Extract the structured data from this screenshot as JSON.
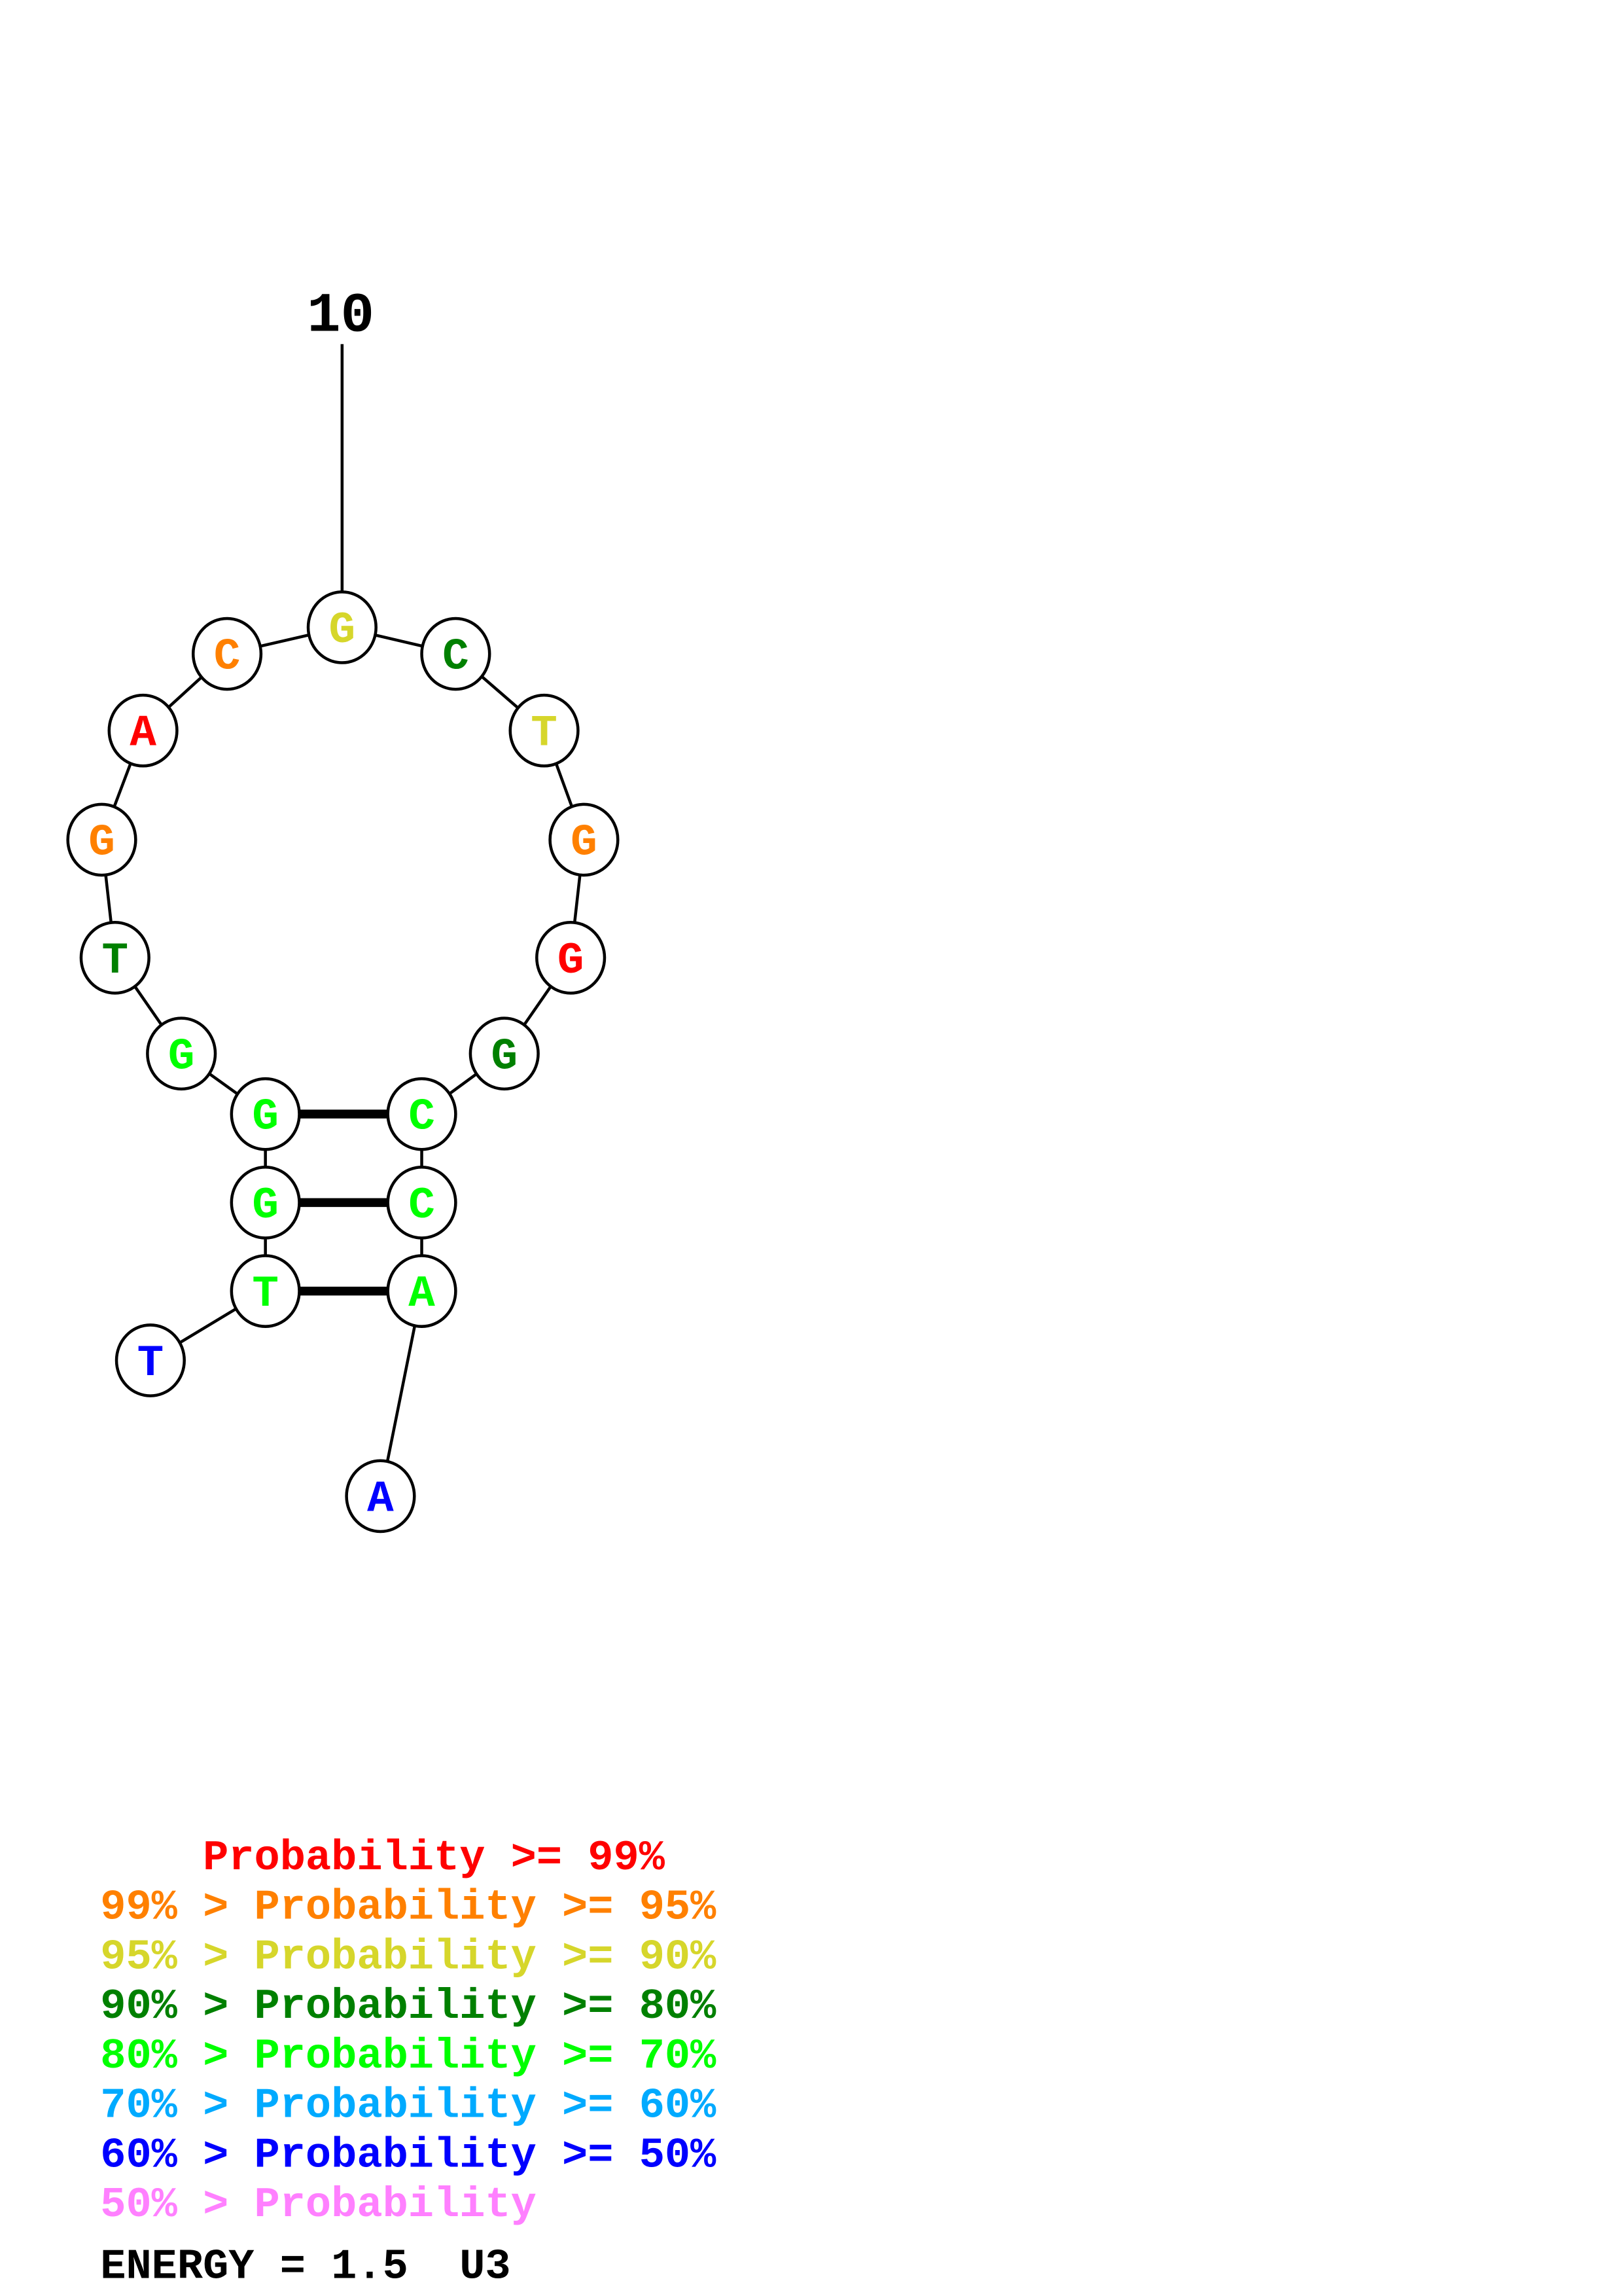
{
  "structure": {
    "position_label": "10",
    "nucleotides": [
      {
        "base": "T",
        "color": "#0000ff"
      },
      {
        "base": "T",
        "color": "#00ff00"
      },
      {
        "base": "G",
        "color": "#00ff00"
      },
      {
        "base": "G",
        "color": "#00ff00"
      },
      {
        "base": "G",
        "color": "#00ff00"
      },
      {
        "base": "T",
        "color": "#008000"
      },
      {
        "base": "G",
        "color": "#ff8000"
      },
      {
        "base": "A",
        "color": "#ff0000"
      },
      {
        "base": "C",
        "color": "#ff8000"
      },
      {
        "base": "G",
        "color": "#d6d62b"
      },
      {
        "base": "C",
        "color": "#008000"
      },
      {
        "base": "T",
        "color": "#d6d62b"
      },
      {
        "base": "G",
        "color": "#ff8000"
      },
      {
        "base": "G",
        "color": "#ff0000"
      },
      {
        "base": "G",
        "color": "#008000"
      },
      {
        "base": "C",
        "color": "#00ff00"
      },
      {
        "base": "C",
        "color": "#00ff00"
      },
      {
        "base": "A",
        "color": "#00ff00"
      },
      {
        "base": "A",
        "color": "#0000ff"
      }
    ],
    "pairs": [
      [
        4,
        16
      ],
      [
        3,
        17
      ],
      [
        2,
        18
      ]
    ]
  },
  "legend": {
    "rows": [
      {
        "text": "    Probability >= 99%",
        "color": "#ff0000"
      },
      {
        "text": "99% > Probability >= 95%",
        "color": "#ff8000"
      },
      {
        "text": "95% > Probability >= 90%",
        "color": "#d6d62b"
      },
      {
        "text": "90% > Probability >= 80%",
        "color": "#008000"
      },
      {
        "text": "80% > Probability >= 70%",
        "color": "#00ff00"
      },
      {
        "text": "70% > Probability >= 60%",
        "color": "#00aaff"
      },
      {
        "text": "60% > Probability >= 50%",
        "color": "#0000ff"
      },
      {
        "text": "50% > Probability",
        "color": "#ff80ff"
      }
    ],
    "energy": "ENERGY = 1.5  U3"
  }
}
